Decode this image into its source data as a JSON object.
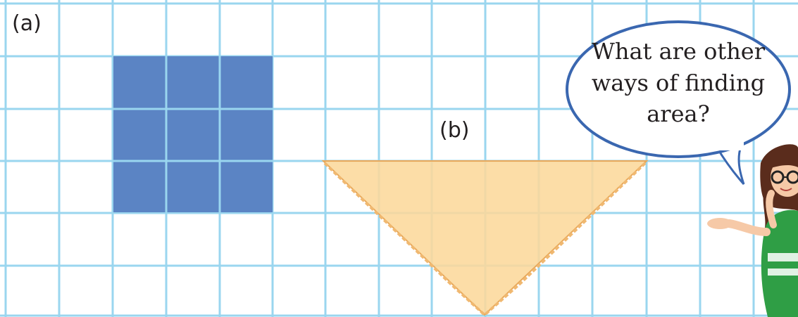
{
  "figure_a": {
    "label": "(a)",
    "shape": "square",
    "grid_units": "3 x 3",
    "color": "#5b84c4"
  },
  "figure_b": {
    "label": "(b)",
    "shape": "inverted triangle",
    "color": "#fcd89b"
  },
  "speech_bubble": {
    "lines": [
      "What are other",
      "ways of finding",
      "area?"
    ]
  },
  "colors": {
    "grid_line": "#9ad6ef",
    "page_background": "#ffffff",
    "bubble_border": "#3a67b0",
    "bubble_fill": "#ffffff"
  }
}
